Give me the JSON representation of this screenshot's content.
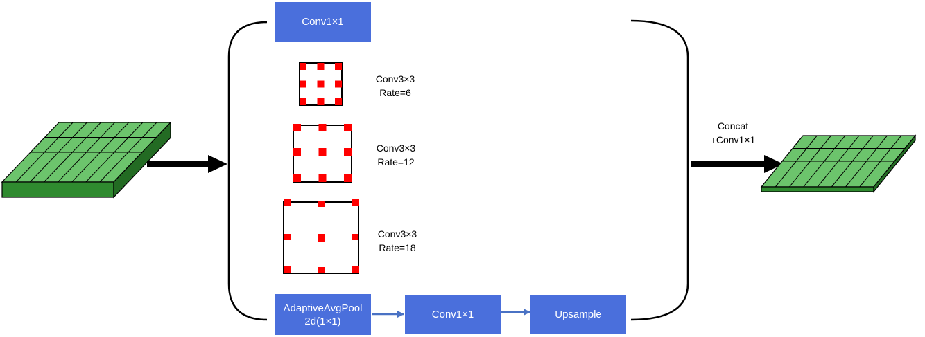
{
  "branches": {
    "conv1x1_top": "Conv1×1",
    "rate6": {
      "line1": "Conv3×3",
      "line2": "Rate=6"
    },
    "rate12": {
      "line1": "Conv3×3",
      "line2": "Rate=12"
    },
    "rate18": {
      "line1": "Conv3×3",
      "line2": "Rate=18"
    },
    "pool": {
      "line1": "AdaptiveAvgPool",
      "line2": "2d(1×1)"
    },
    "pool_conv": "Conv1×1",
    "upsample": "Upsample"
  },
  "output": {
    "line1": "Concat",
    "line2": "+Conv1×1"
  },
  "colors": {
    "box_fill": "#4a6fdc",
    "box_text": "#ffffff",
    "kernel_dot": "#ff0000",
    "feature_top": "#6cc46c",
    "feature_side": "#2f7a2f",
    "arrow_small": "#4a72c4"
  }
}
